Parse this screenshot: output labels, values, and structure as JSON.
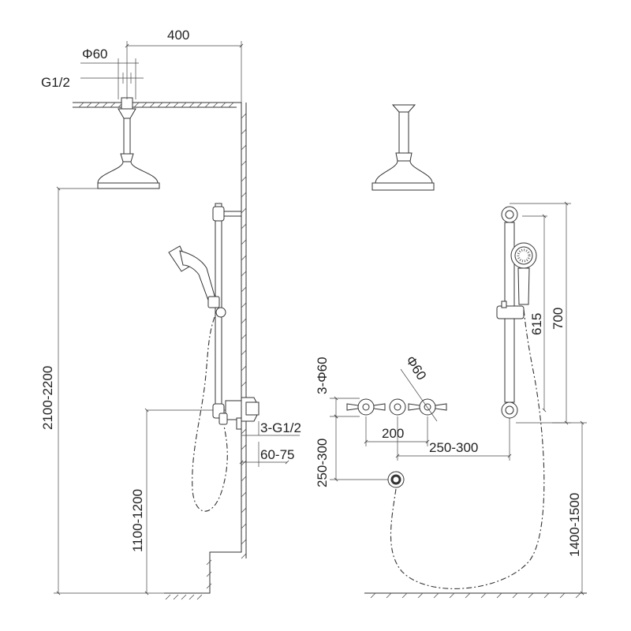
{
  "side_view": {
    "dim_arm_length": "400",
    "dim_pipe_diameter": "Φ60",
    "dim_thread": "G1/2",
    "dim_total_height": "2100-2200",
    "dim_mixer_height": "1100-1200",
    "dim_inlets": "3-G1/2",
    "dim_projection": "60-75"
  },
  "front_view": {
    "dim_rail_height": "700",
    "dim_slide_range": "615",
    "dim_handle_diameter": "Φ60",
    "dim_handles": "3-Φ60",
    "dim_handle_spacing": "200",
    "dim_mixer_to_rail": "250-300",
    "dim_mixer_to_outlet": "250-300",
    "dim_rail_height_floor": "1400-1500"
  },
  "colors": {
    "line": "#333333",
    "background": "#ffffff"
  }
}
